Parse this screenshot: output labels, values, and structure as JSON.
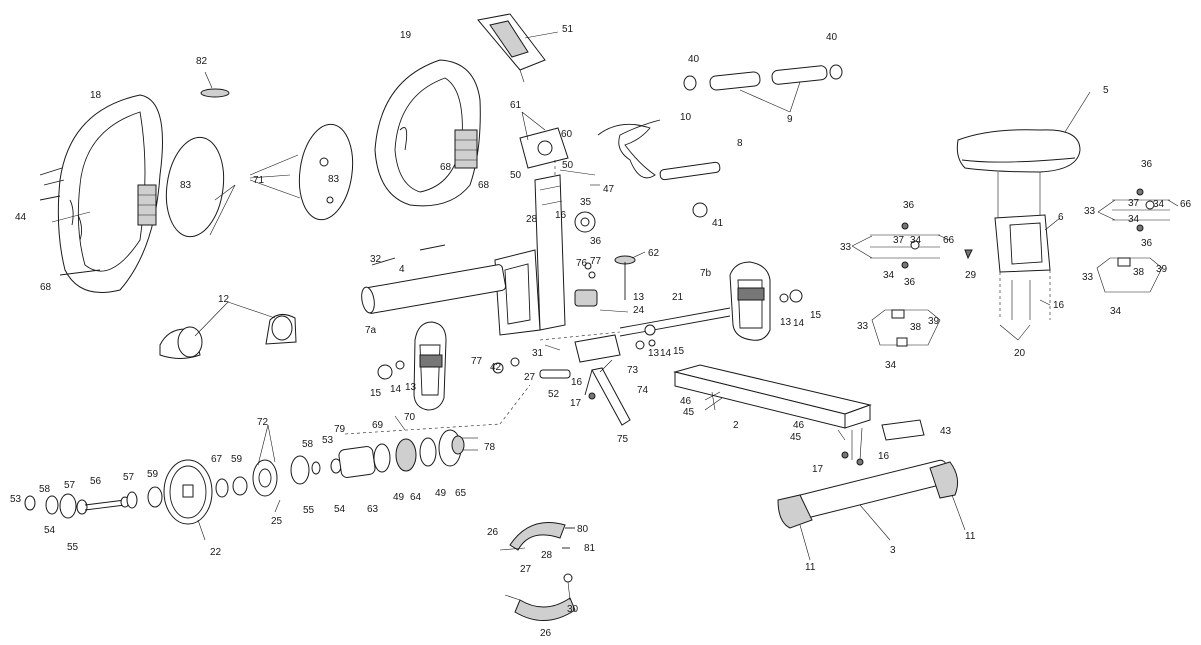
{
  "callouts": {
    "c2": "2",
    "c3": "3",
    "c4": "4",
    "c5": "5",
    "c6": "6",
    "c7a": "7a",
    "c7b": "7b",
    "c8": "8",
    "c9": "9",
    "c10": "10",
    "c11a": "11",
    "c11b": "11",
    "c12": "12",
    "c13a": "13",
    "c13b": "13",
    "c13c": "13",
    "c13d": "13",
    "c14a": "14",
    "c14b": "14",
    "c14c": "14",
    "c15a": "15",
    "c15b": "15",
    "c15c": "15",
    "c16a": "16",
    "c16b": "16",
    "c16c": "16",
    "c16d": "16",
    "c17a": "17",
    "c17b": "17",
    "c18": "18",
    "c19": "19",
    "c20": "20",
    "c21": "21",
    "c22": "22",
    "c24": "24",
    "c25": "25",
    "c26a": "26",
    "c26b": "26",
    "c27a": "27",
    "c27b": "27",
    "c28a": "28",
    "c28b": "28",
    "c29": "29",
    "c30": "30",
    "c31": "31",
    "c32": "32",
    "c33a": "33",
    "c33b": "33",
    "c33c": "33",
    "c33d": "33",
    "c34a": "34",
    "c34b": "34",
    "c34c": "34",
    "c34d": "34",
    "c34e": "34",
    "c34f": "34",
    "c35": "35",
    "c36a": "36",
    "c36b": "36",
    "c36c": "36",
    "c36d": "36",
    "c36e": "36",
    "c37a": "37",
    "c37b": "37",
    "c38a": "38",
    "c38b": "38",
    "c39a": "39",
    "c39b": "39",
    "c40a": "40",
    "c40b": "40",
    "c41": "41",
    "c42": "42",
    "c43": "43",
    "c44": "44",
    "c45a": "45",
    "c45b": "45",
    "c46a": "46",
    "c46b": "46",
    "c47": "47",
    "c49a": "49",
    "c49b": "49",
    "c50a": "50",
    "c50b": "50",
    "c51": "51",
    "c52": "52",
    "c53a": "53",
    "c53b": "53",
    "c54a": "54",
    "c54b": "54",
    "c55a": "55",
    "c55b": "55",
    "c56": "56",
    "c57a": "57",
    "c57b": "57",
    "c58a": "58",
    "c58b": "58",
    "c59a": "59",
    "c59b": "59",
    "c60": "60",
    "c61": "61",
    "c62": "62",
    "c63": "63",
    "c64": "64",
    "c65": "65",
    "c66a": "66",
    "c66b": "66",
    "c67": "67",
    "c68a": "68",
    "c68b": "68",
    "c68c": "68",
    "c69": "69",
    "c70": "70",
    "c71": "71",
    "c72": "72",
    "c73": "73",
    "c74": "74",
    "c75": "75",
    "c76": "76",
    "c77a": "77",
    "c77b": "77",
    "c78": "78",
    "c79": "79",
    "c80": "80",
    "c81": "81",
    "c82": "82",
    "c83a": "83",
    "c83b": "83"
  }
}
